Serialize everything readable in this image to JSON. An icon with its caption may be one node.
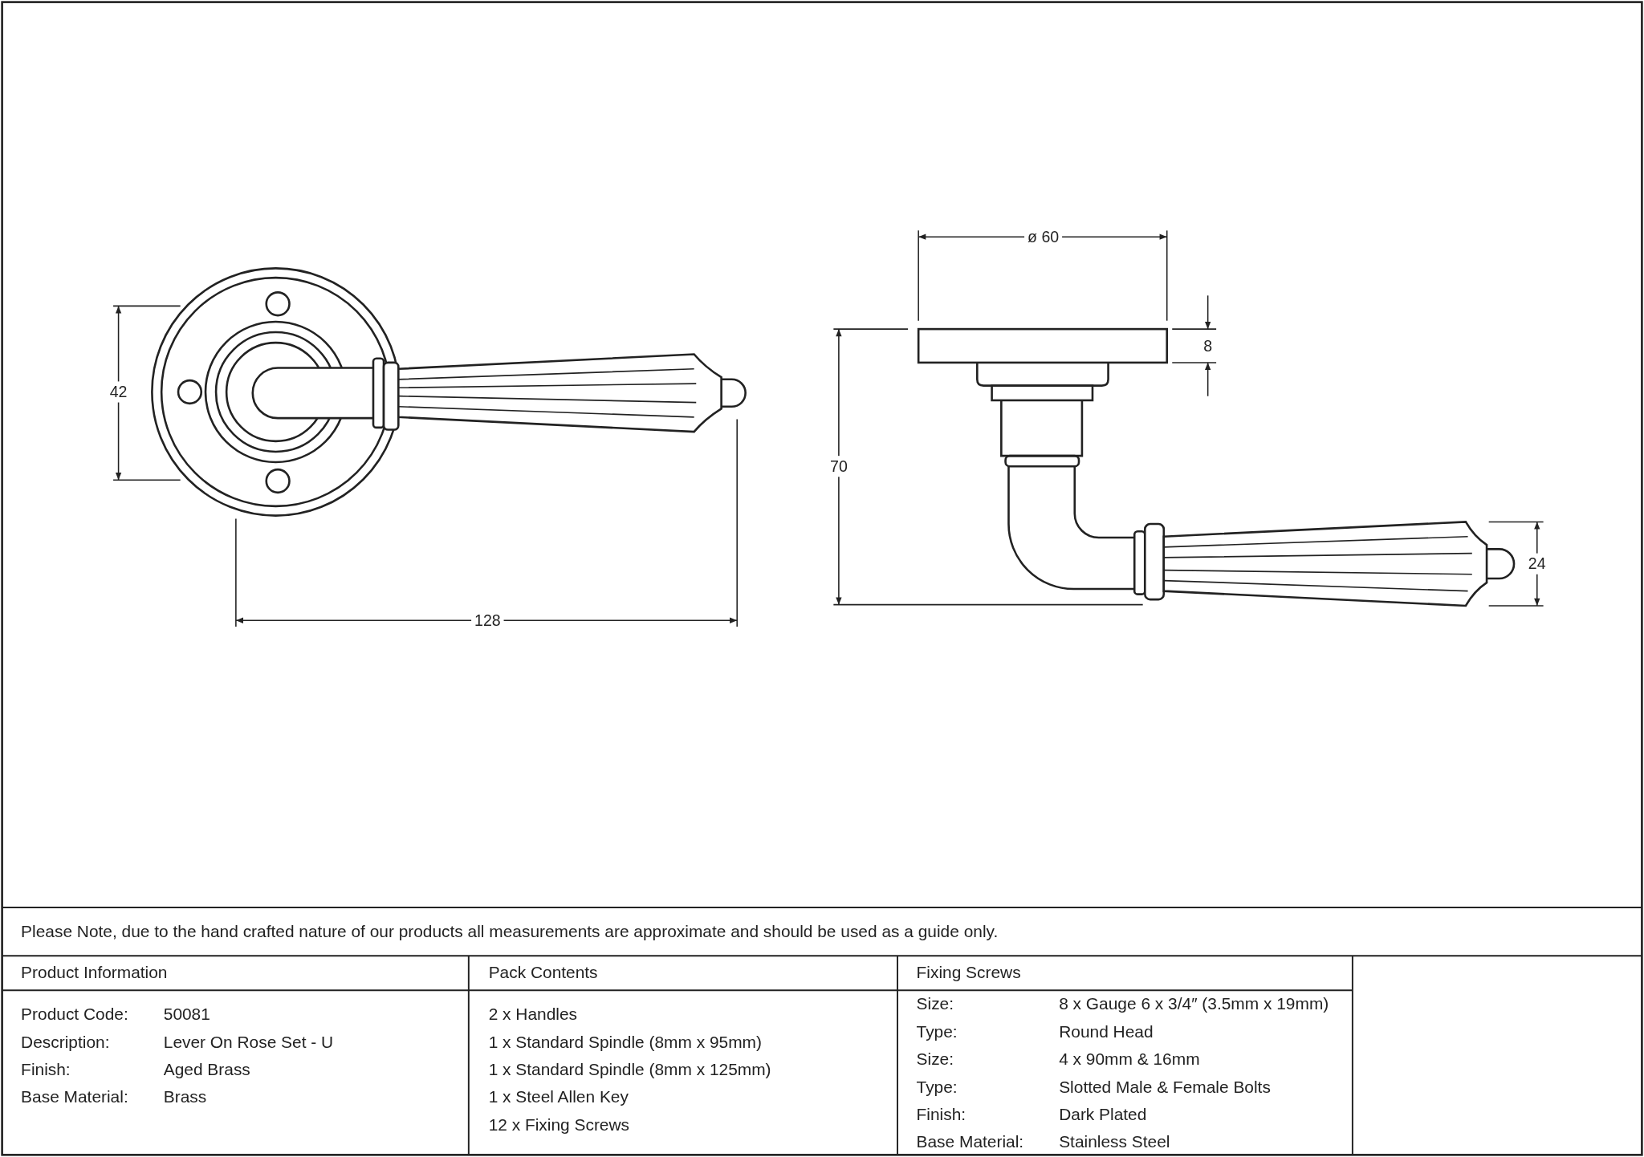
{
  "diagram": {
    "labels": [
      "ø 60",
      "42",
      "8",
      "70",
      "24",
      "128",
      "Please Note, due to the hand crafted nature of our products all measurements are approximate and should be used as a guide only.",
      "Product Information",
      "Pack Contents",
      "Fixing Screws",
      "Product Code:",
      "50081",
      "2 x Handles",
      "Size:",
      "8 x Gauge 6 x 3/4″ (3.5mm x 19mm)",
      "Description:",
      "Lever On Rose Set - U",
      "1 x Standard Spindle (8mm x 95mm)",
      "Type:",
      "Round Head",
      "Finish:",
      "Aged Brass",
      "1 x Standard Spindle (8mm x 125mm)",
      "Size:",
      "4 x 90mm & 16mm",
      "Base Material:",
      "Brass",
      "1 x Steel Allen Key",
      "Type:",
      "Slotted Male & Female Bolts",
      "12 x Fixing Screws",
      "Finish:",
      "Dark Plated",
      "Base Material:",
      "Stainless Steel"
    ]
  }
}
